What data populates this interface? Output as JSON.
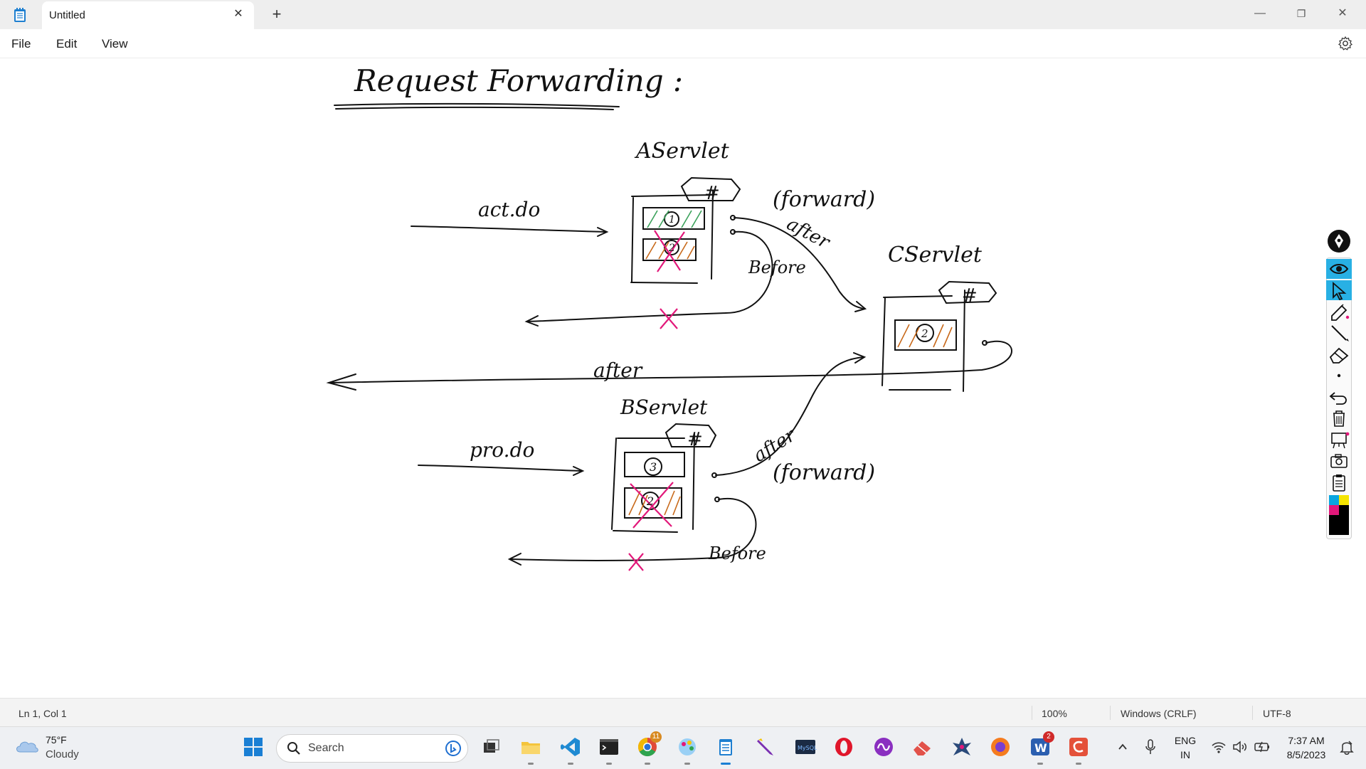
{
  "window": {
    "tab_title": "Untitled",
    "new_tab_symbol": "+",
    "close_tab_symbol": "✕",
    "minimize_symbol": "—",
    "restore_symbol": "❐",
    "close_symbol": "✕"
  },
  "menu": {
    "file": "File",
    "edit": "Edit",
    "view": "View"
  },
  "drawing": {
    "title": "Request Forwarding :",
    "a_servlet": "AServlet",
    "b_servlet": "BServlet",
    "c_servlet": "CServlet",
    "act_do": "act.do",
    "pro_do": "pro.do",
    "forward_top": "(forward)",
    "forward_bottom": "(forward)",
    "after_top": "after",
    "after_middle": "after",
    "after_bottom": "after",
    "before_top": "Before",
    "before_bottom": "Before",
    "hash": "#",
    "n1": "1",
    "n2": "2",
    "n3": "3",
    "ink_color": "#111111",
    "pink": "#e2187a",
    "green": "#3aa15a",
    "orange": "#c8691a"
  },
  "side_toolbar": {
    "tools": [
      "pen-tool-icon",
      "eye-icon",
      "pointer-icon",
      "highlighter-icon",
      "line-icon",
      "eraser-icon",
      "dot-icon",
      "undo-icon",
      "trash-icon",
      "board-icon",
      "camera-icon",
      "clipboard-icon",
      "color-palette-icon"
    ],
    "palette": [
      "#0aa6e0",
      "#f5e400",
      "#e2187a",
      "#000000"
    ]
  },
  "status": {
    "position": "Ln 1, Col 1",
    "zoom": "100%",
    "line_ending": "Windows (CRLF)",
    "encoding": "UTF-8"
  },
  "taskbar": {
    "weather_temp": "75°F",
    "weather_condition": "Cloudy",
    "search_label": "Search",
    "apps": [
      "windows-start-icon",
      "task-view-icon",
      "file-explorer-icon",
      "vscode-icon",
      "terminal-icon",
      "chrome-icon",
      "paint-icon",
      "notepad-icon",
      "pen-app-icon",
      "mysql-icon",
      "opera-icon",
      "meta-icon",
      "eraser-app-icon",
      "game-icon",
      "firefox-icon",
      "word-icon",
      "c-app-icon"
    ],
    "chrome_badge": "11",
    "word_badge": "2",
    "language_top": "ENG",
    "language_bottom": "IN",
    "time": "7:37 AM",
    "date": "8/5/2023"
  }
}
